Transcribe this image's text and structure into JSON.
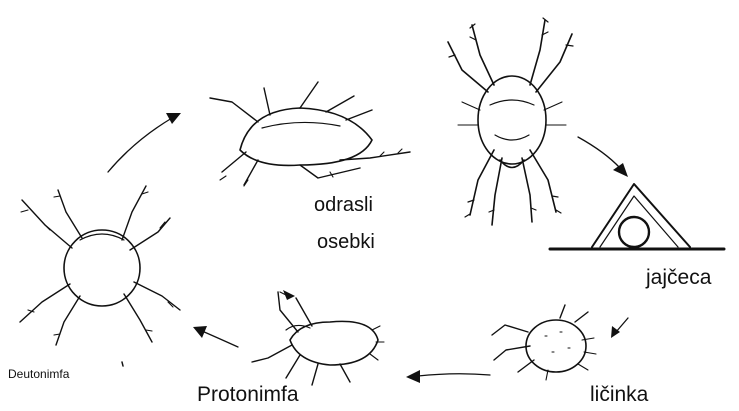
{
  "stages": {
    "adult": "odrasli",
    "adult_line2": "osebki",
    "eggs": "jajčeca",
    "larva": "ličinka",
    "protonymph": "Protonimfa",
    "deutonymph": "Deutonimfa"
  },
  "colors": {
    "ink": "#111111",
    "background": "#ffffff"
  }
}
